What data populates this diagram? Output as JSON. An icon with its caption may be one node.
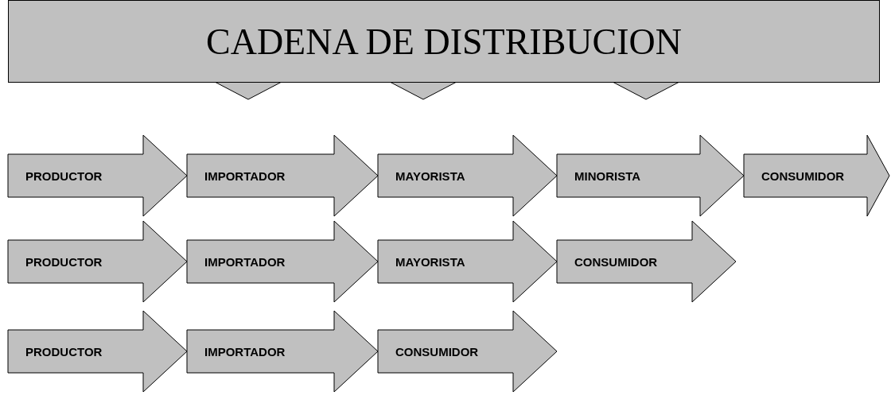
{
  "diagram": {
    "title": "CADENA DE DISTRIBUCION",
    "nodes": [
      {
        "text": [
          "PRODUCTOR"
        ]
      },
      {
        "text": [
          "IMPORTADOR"
        ]
      },
      {
        "text": [
          "MAYORISTA"
        ]
      },
      {
        "text": [
          "MINORISTA"
        ]
      },
      {
        "text": [
          "CONSUMIDOR"
        ]
      },
      {
        "text": [
          "PRODUCTOR"
        ]
      },
      {
        "text": [
          "IMPORTADOR"
        ]
      },
      {
        "text": [
          "MAYORISTA"
        ]
      },
      {
        "text": [
          "CONSUMIDOR"
        ]
      },
      {
        "text": [
          "PRODUCTOR"
        ]
      },
      {
        "text": [
          "IMPORTADOR"
        ]
      },
      {
        "text": [
          "CONSUMIDOR"
        ]
      }
    ],
    "edges": []
  }
}
